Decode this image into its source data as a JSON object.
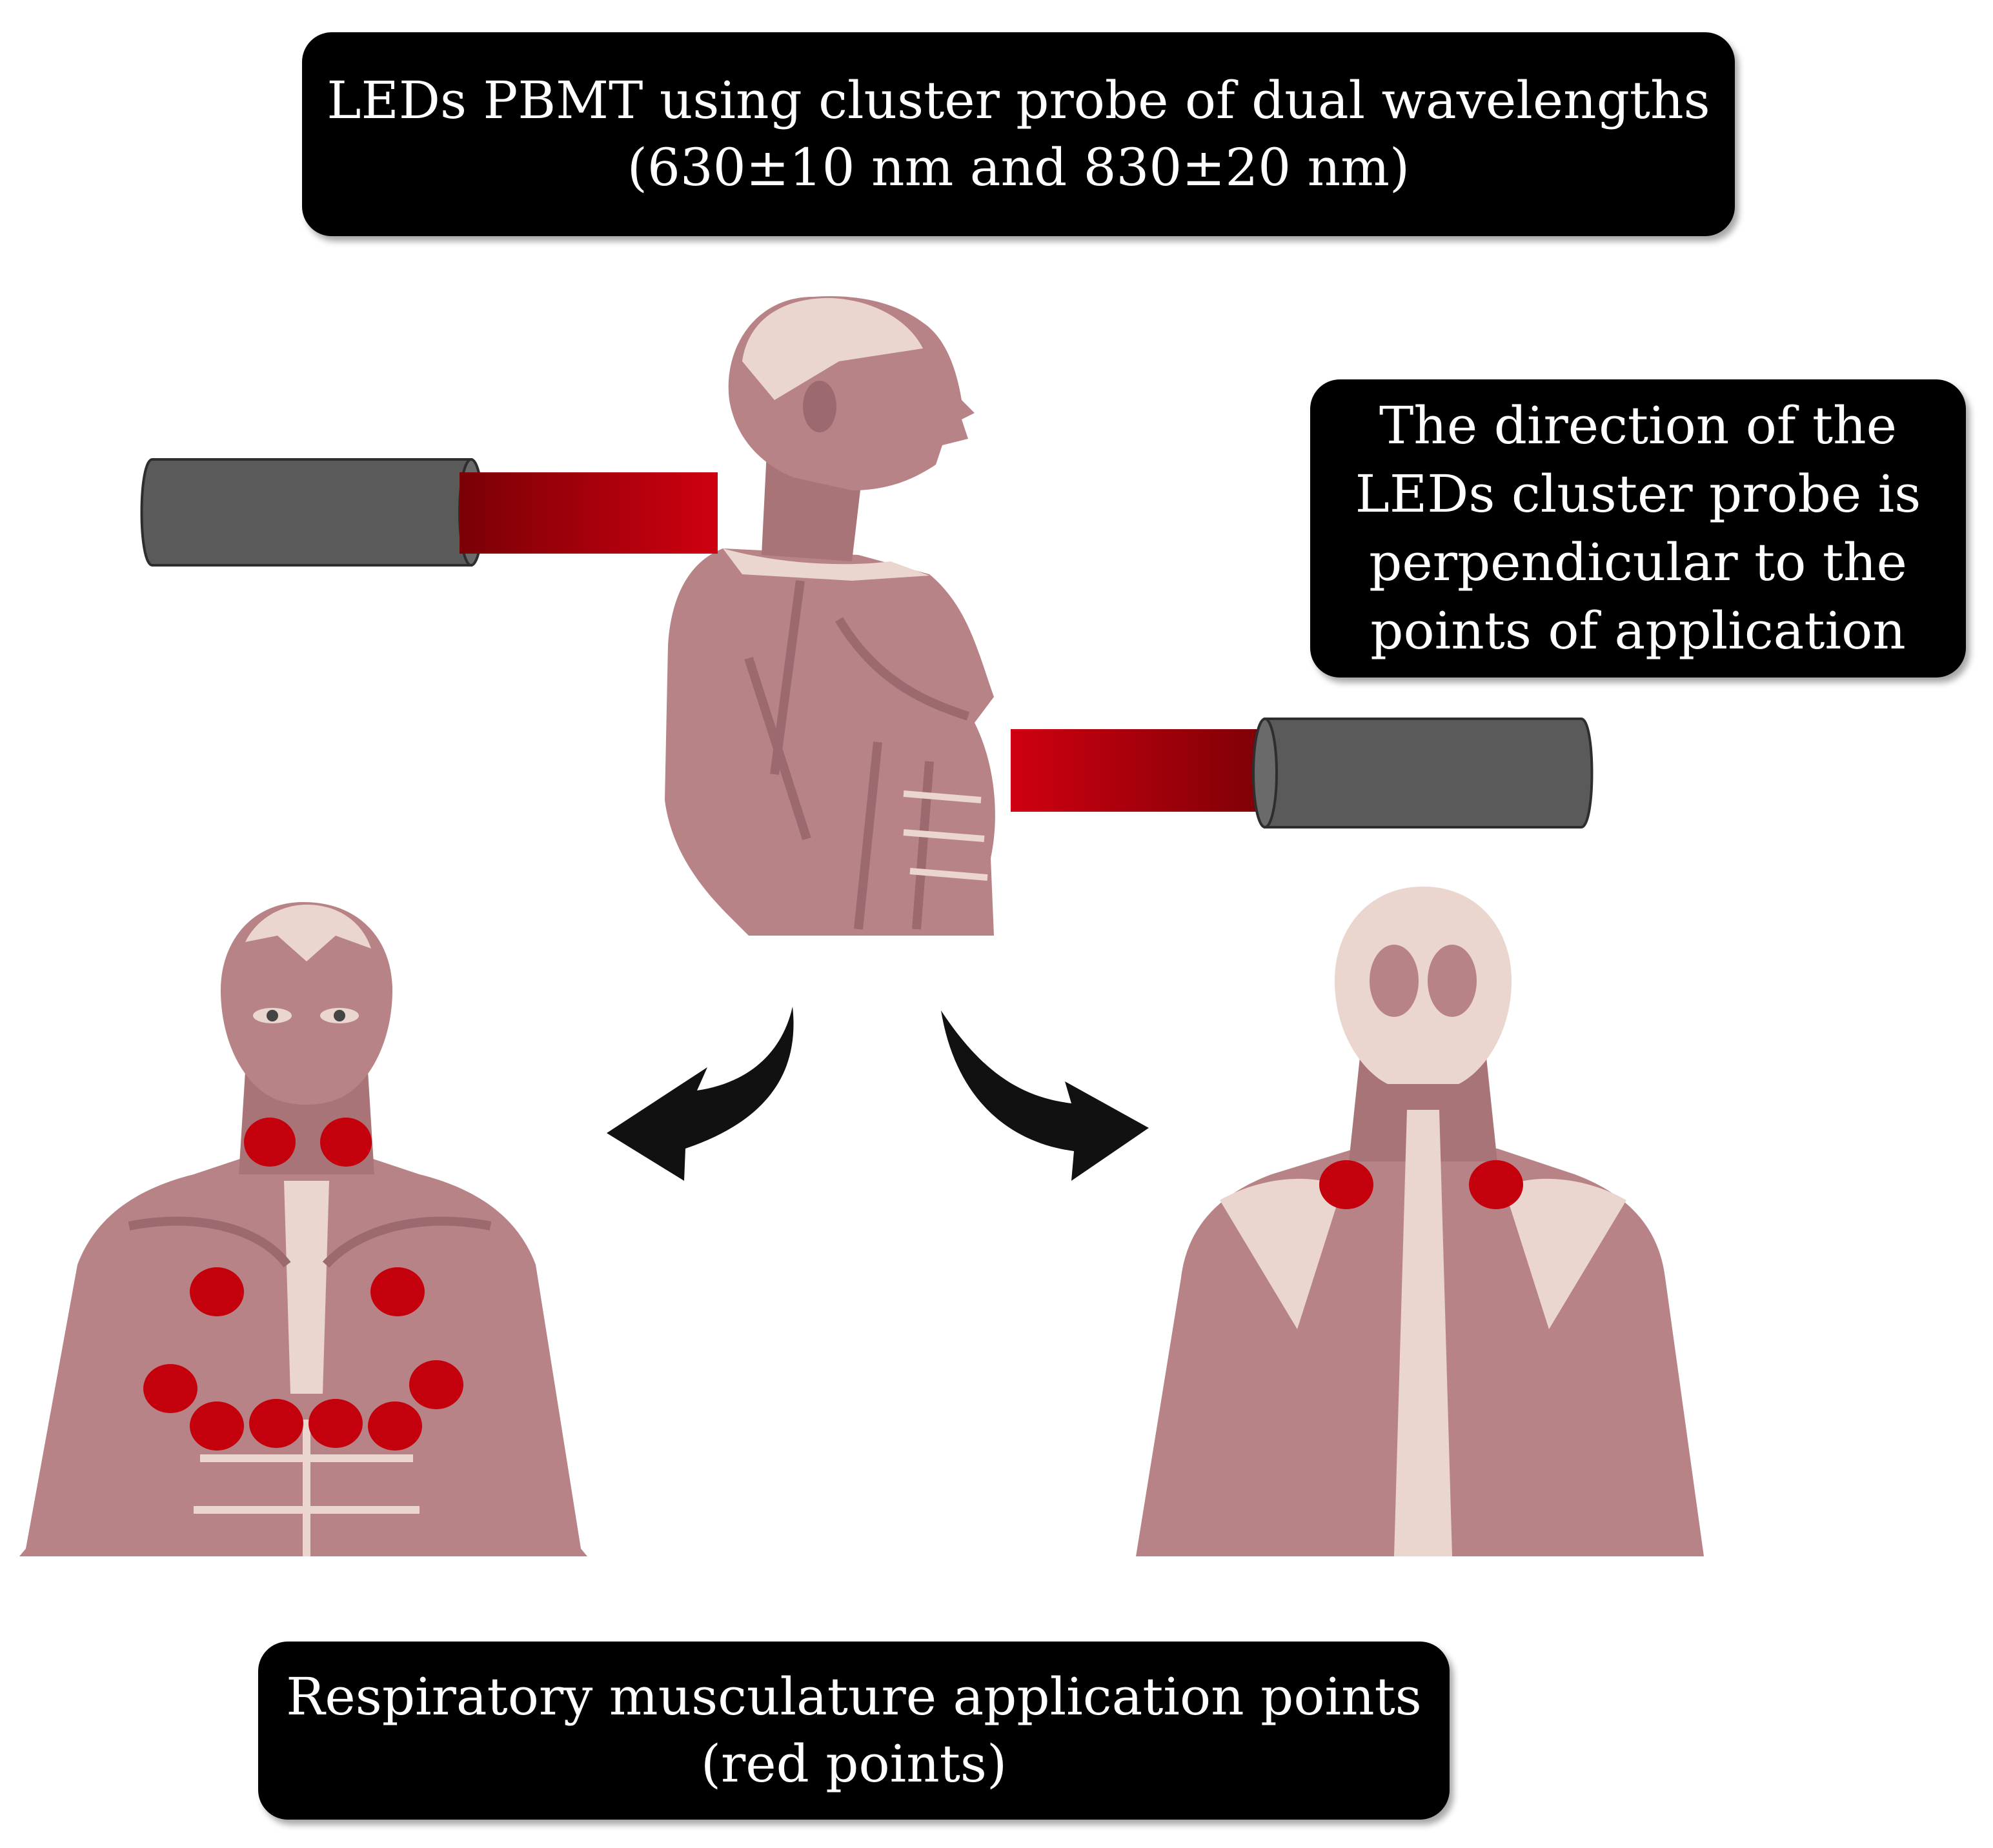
{
  "title": {
    "line1": "LEDs PBMT using cluster probe of dual wavelengths",
    "line2": "(630±10 nm and 830±20 nm)"
  },
  "direction_note": {
    "line1": "The direction of the",
    "line2": "LEDs cluster probe is",
    "line3": "perpendicular to the",
    "line4": "points of application"
  },
  "caption": {
    "line1": "Respiratory musculature application points",
    "line2": "(red points)"
  },
  "colors": {
    "label_bg": "#000000",
    "label_text": "#ffffff",
    "muscle": "#b88386",
    "muscle_dark": "#9c6a6e",
    "skin": "#ead5cf",
    "probe_body": "#5a5a5a",
    "probe_light": "#c8000a",
    "application_point": "#c4000c"
  },
  "application_points": {
    "anterior_count": 10,
    "posterior_count": 2
  }
}
